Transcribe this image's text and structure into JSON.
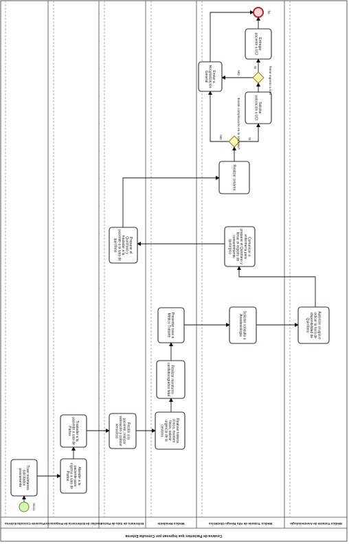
{
  "pool": {
    "title": "Cesárea de Pacientes que Ingresan por Consulta Externa"
  },
  "lanes": [
    {
      "id": "paciente",
      "label": "Paciente Consulta Externa"
    },
    {
      "id": "auxiliar",
      "label": "Auxiliar de Enfermería de Preparación"
    },
    {
      "id": "enf_partos",
      "label": "Enfermera de Sala de Partos"
    },
    {
      "id": "residente",
      "label": "Médico Residente"
    },
    {
      "id": "gineco",
      "label": "Médico Tratante de Alto Riesgo Obstétrico"
    },
    {
      "id": "anest",
      "label": "Médico Tratante de Anestesiología"
    }
  ],
  "events": {
    "start": "Inicio",
    "end": "fin"
  },
  "tasks": {
    "t1": "Traer exámenes solicitados previamente",
    "t2": "Atender a la paciente para ingreso a sala de Partos",
    "t3": "Trasladar a la paciente a sala de Partos",
    "t4": "Recibir a la paciente, realizar valoración y colocar venoclisis",
    "t5": "Realizar historia clínica, examen físico, valorar urgencia de la cesárea",
    "t6": "Realizar monitoreo cardiotocográfico fetal",
    "t7": "Presentar caso a Médico Tratante",
    "t8": "Solicitar consulta a Anestesiología",
    "t9": "Autorizar cirugía e indicar la hora de disponibilidad de Quirófano",
    "t10": "Comunicar a enfermería para preparar el Quirófano y llenar el registro de consentimiento quirúrgico",
    "t11": "Preparar el Quirófano y trasladar a la paciente a la sala de quirófano",
    "t12": "Realizar cesárea",
    "t13": "Solicitar valoración a UCI",
    "t14": "Enviar a Hospitalización General",
    "t15": "Entregar paciente a UCI"
  },
  "gateways": {
    "g1": "Existe complicación en la cesárea?",
    "g2": "Tiene ingreso a UCI"
  },
  "flow_labels": {
    "g1_no": "NO",
    "g1_si": "SI",
    "g2_no": "NO",
    "g2_si": "SI"
  }
}
